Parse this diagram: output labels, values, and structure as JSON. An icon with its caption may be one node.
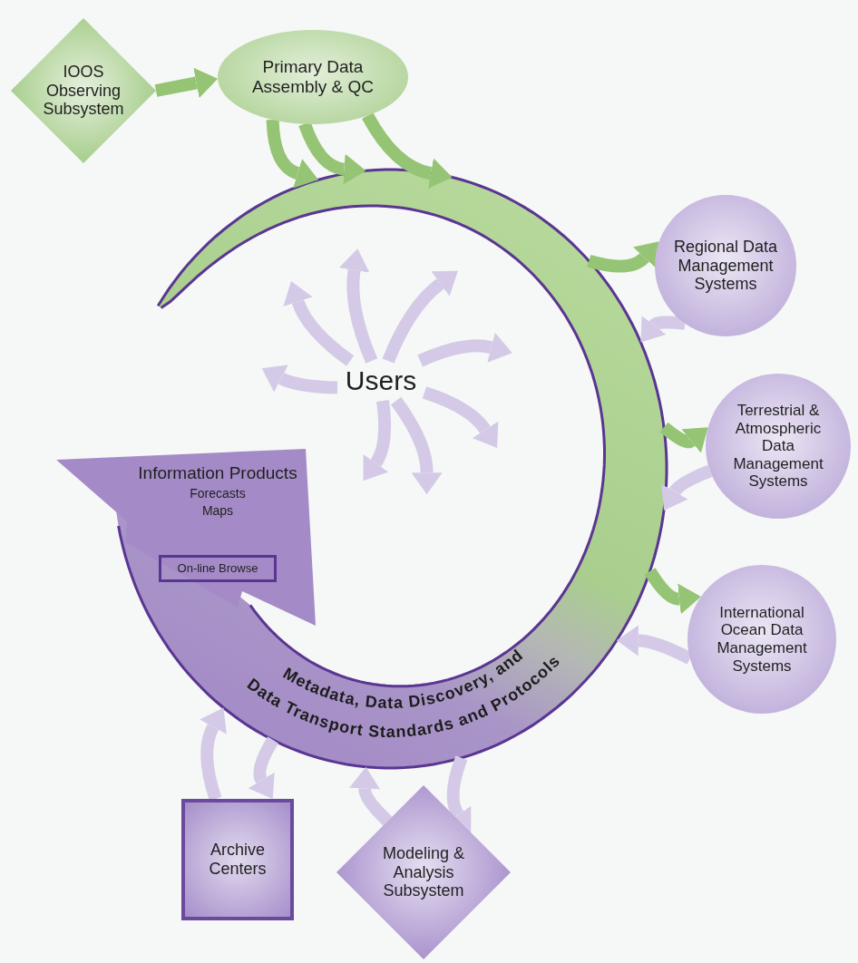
{
  "diagram": {
    "nodes": [
      {
        "text": [
          "IOOS Observing Subsystem"
        ]
      },
      {
        "text": [
          "Primary Data Assembly & QC"
        ]
      },
      {
        "text": [
          "Regional Data Management Systems"
        ]
      },
      {
        "text": [
          "Terrestrial & Atmospheric Data Management Systems"
        ]
      },
      {
        "text": [
          "International Ocean Data Management Systems"
        ]
      },
      {
        "text": [
          "Users"
        ]
      },
      {
        "text": [
          "Information Products",
          "Forecasts",
          "Maps"
        ]
      },
      {
        "text": [
          "On-line Browse"
        ],
        "in": 6
      },
      {
        "text": [
          "Metadata, Data Discovery, and Data Transport Standards and Protocols"
        ]
      },
      {
        "text": [
          "Archive Centers"
        ]
      },
      {
        "text": [
          "Modeling & Analysis Subsystem"
        ]
      }
    ],
    "edges": [
      {
        "from": 0,
        "to": 1,
        "arrow": "to",
        "color": "#94c474"
      },
      {
        "from": 1,
        "to": 8,
        "arrow": "to",
        "color": "#94c474"
      },
      {
        "from": 1,
        "to": 8,
        "arrow": "to",
        "color": "#94c474"
      },
      {
        "from": 1,
        "to": 8,
        "arrow": "to",
        "color": "#94c474"
      },
      {
        "from": 8,
        "to": 2,
        "arrow": "to",
        "color": "#94c474"
      },
      {
        "from": 2,
        "to": 8,
        "arrow": "to"
      },
      {
        "from": 8,
        "to": 3,
        "arrow": "to",
        "color": "#94c474"
      },
      {
        "from": 3,
        "to": 8,
        "arrow": "to"
      },
      {
        "from": 8,
        "to": 4,
        "arrow": "to",
        "color": "#94c474"
      },
      {
        "from": 4,
        "to": 8,
        "arrow": "to"
      },
      {
        "from": 9,
        "to": 8,
        "arrow": "to"
      },
      {
        "from": 8,
        "to": 9,
        "arrow": "to"
      },
      {
        "from": 10,
        "to": 8,
        "arrow": "to"
      },
      {
        "from": 8,
        "to": 10,
        "arrow": "to"
      },
      {
        "from": 5,
        "to": null,
        "arrow": "to"
      },
      {
        "from": 5,
        "to": null,
        "arrow": "to"
      },
      {
        "from": 5,
        "to": null,
        "arrow": "to"
      },
      {
        "from": 5,
        "to": null,
        "arrow": "to"
      },
      {
        "from": 5,
        "to": null,
        "arrow": "to"
      },
      {
        "from": 5,
        "to": null,
        "arrow": "to"
      },
      {
        "from": 5,
        "to": null,
        "arrow": "to"
      },
      {
        "from": 5,
        "to": null,
        "arrow": "to"
      }
    ]
  }
}
